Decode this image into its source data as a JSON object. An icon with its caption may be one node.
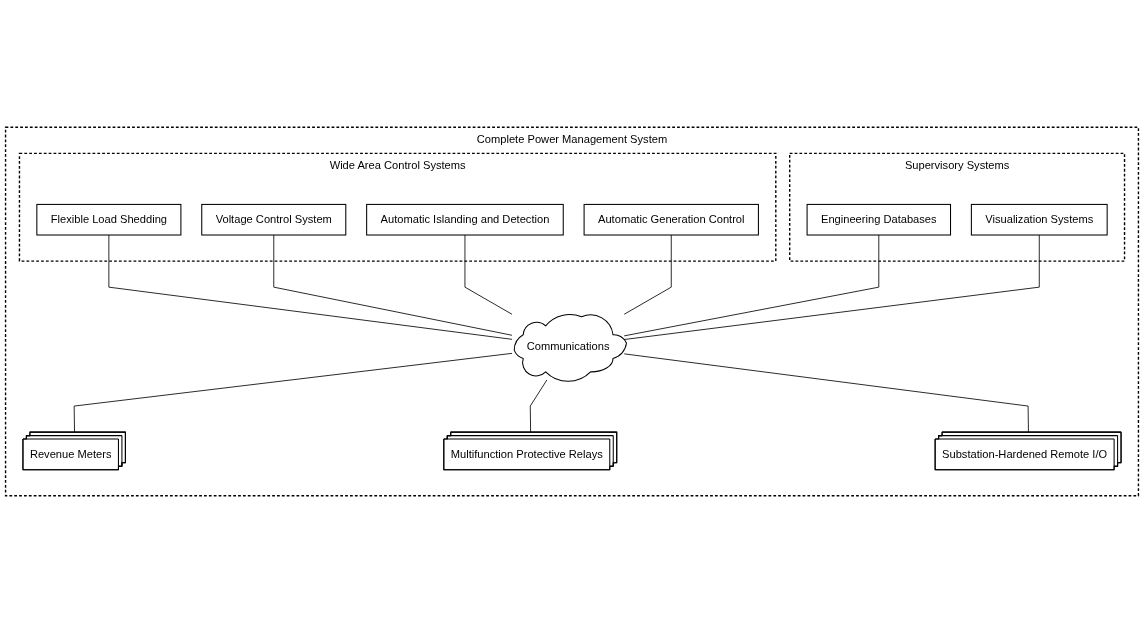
{
  "diagram": {
    "nodes": [
      {
        "text": [
          "Complete Power Management System"
        ]
      },
      {
        "text": [
          "Wide Area Control Systems"
        ],
        "in": 0
      },
      {
        "text": [
          "Flexible Load Shedding"
        ],
        "in": 1
      },
      {
        "text": [
          "Voltage Control System"
        ],
        "in": 1
      },
      {
        "text": [
          "Automatic Islanding and Detection"
        ],
        "in": 1
      },
      {
        "text": [
          "Automatic Generation Control"
        ],
        "in": 1
      },
      {
        "text": [
          "Supervisory Systems"
        ],
        "in": 0
      },
      {
        "text": [
          "Engineering Databases"
        ],
        "in": 6
      },
      {
        "text": [
          "Visualization Systems"
        ],
        "in": 6
      },
      {
        "text": [
          "Communications"
        ],
        "in": 0
      },
      {
        "text": [
          "Revenue Meters"
        ],
        "in": 0
      },
      {
        "text": [
          "Multifunction Protective Relays"
        ],
        "in": 0
      },
      {
        "text": [
          "Substation-Hardened Remote I/O"
        ],
        "in": 0
      }
    ],
    "edges": [
      {
        "from": 2,
        "to": 9,
        "arrow": "none"
      },
      {
        "from": 3,
        "to": 9,
        "arrow": "none"
      },
      {
        "from": 4,
        "to": 9,
        "arrow": "none"
      },
      {
        "from": 5,
        "to": 9,
        "arrow": "none"
      },
      {
        "from": 7,
        "to": 9,
        "arrow": "none"
      },
      {
        "from": 8,
        "to": 9,
        "arrow": "none"
      },
      {
        "from": 9,
        "to": 10,
        "arrow": "none"
      },
      {
        "from": 9,
        "to": 11,
        "arrow": "none"
      },
      {
        "from": 9,
        "to": 12,
        "arrow": "none"
      }
    ]
  }
}
